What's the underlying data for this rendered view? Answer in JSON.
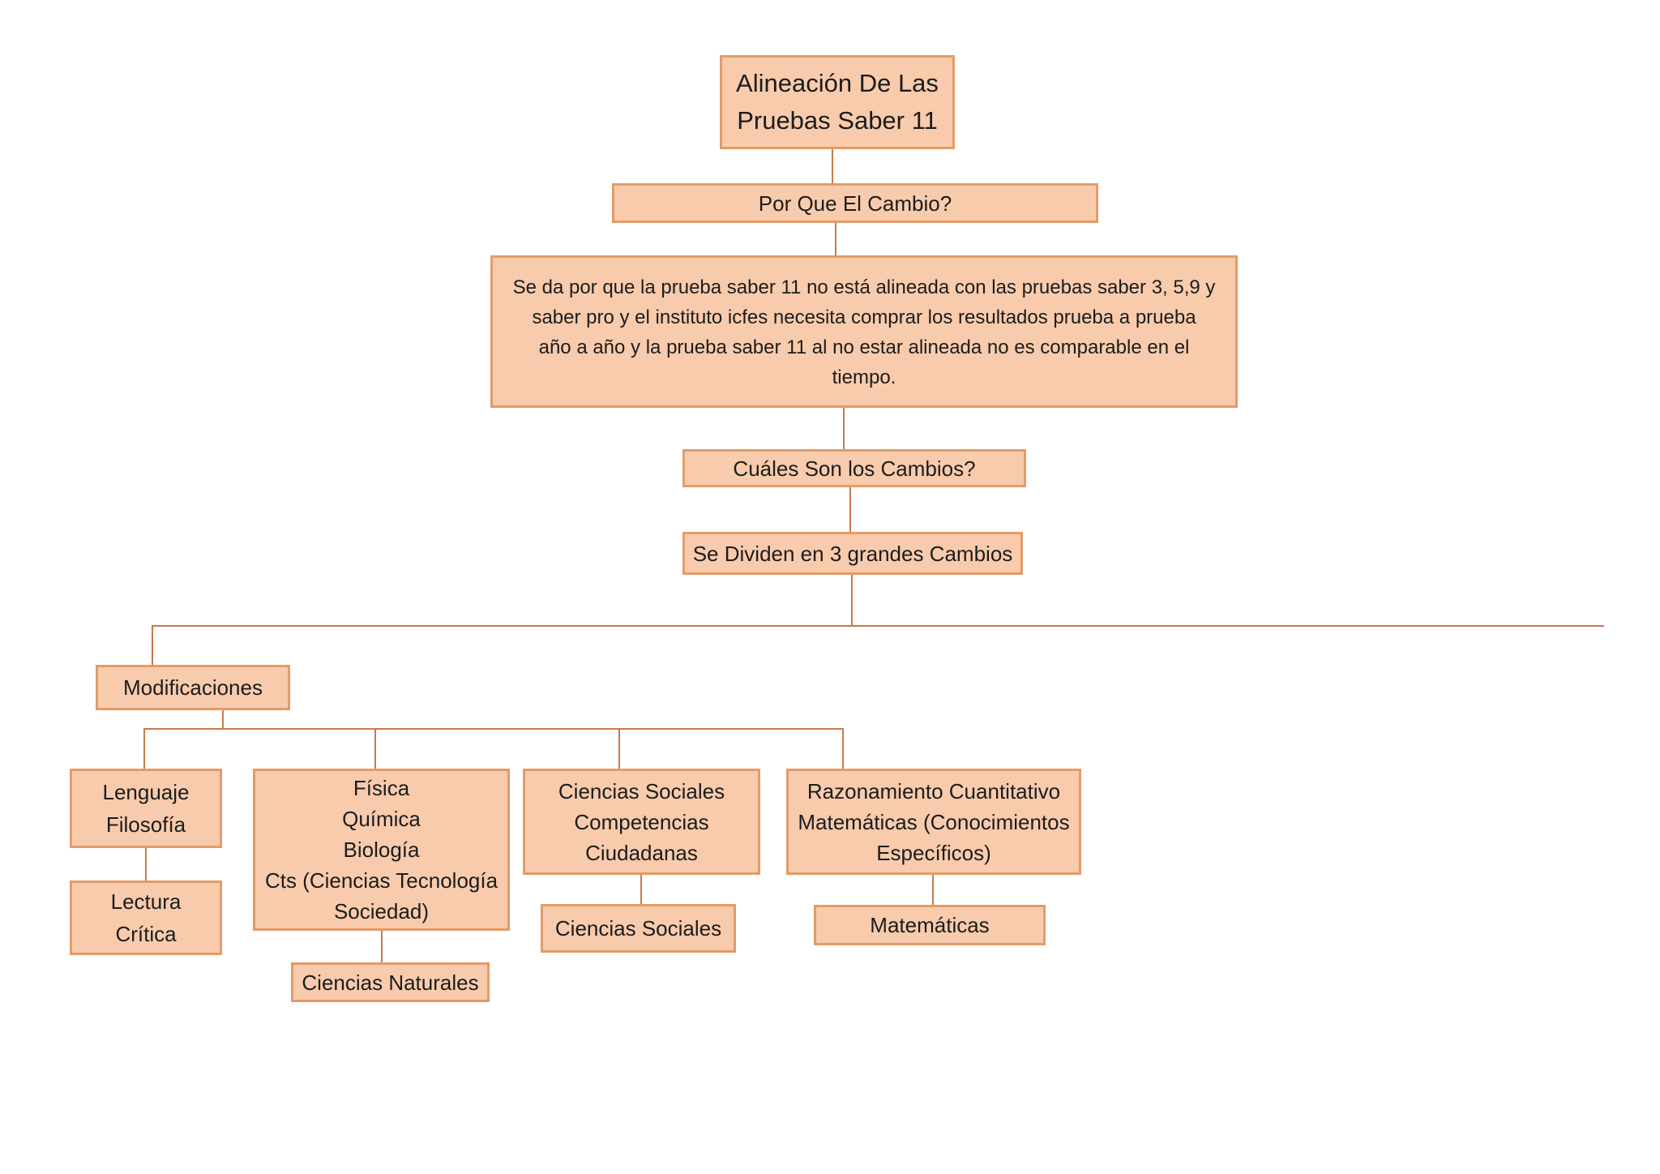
{
  "diagram": {
    "language": "es",
    "type": "flowchart",
    "colors": {
      "node_fill": "#f8cbad",
      "node_border": "#e39b68",
      "connector": "#c9794a",
      "text": "#1c1c1c",
      "background": "#ffffff"
    },
    "nodes": {
      "title": {
        "lines": [
          "Alineación De Las",
          "Pruebas Saber 11"
        ]
      },
      "why_question": {
        "lines": [
          "Por Que El Cambio?"
        ]
      },
      "why_answer": {
        "lines": [
          "Se da por que la prueba saber 11 no está alineada con las pruebas saber 3, 5,9 y",
          "saber pro y el instituto icfes necesita comprar los resultados prueba a prueba",
          "año a año y la prueba saber 11 al no estar alineada no es comparable en el",
          "tiempo."
        ]
      },
      "which_changes": {
        "lines": [
          "Cuáles Son los Cambios?"
        ]
      },
      "three_changes": {
        "lines": [
          "Se Dividen en 3 grandes Cambios"
        ]
      },
      "modifications": {
        "lines": [
          "Modificaciones"
        ]
      },
      "language_philosophy": {
        "lines": [
          "Lenguaje",
          "Filosofía"
        ]
      },
      "critical_reading": {
        "lines": [
          "Lectura",
          "Crítica"
        ]
      },
      "natural_sciences_group": {
        "lines": [
          "Física",
          "Química",
          "Biología",
          "Cts (Ciencias Tecnología",
          "Sociedad)"
        ]
      },
      "natural_sciences": {
        "lines": [
          "Ciencias Naturales"
        ]
      },
      "social_sciences_group": {
        "lines": [
          "Ciencias Sociales",
          "Competencias",
          "Ciudadanas"
        ]
      },
      "social_sciences": {
        "lines": [
          "Ciencias Sociales"
        ]
      },
      "quantitative_group": {
        "lines": [
          "Razonamiento Cuantitativo",
          "Matemáticas (Conocimientos",
          "Específicos)"
        ]
      },
      "mathematics": {
        "lines": [
          "Matemáticas"
        ]
      }
    }
  }
}
